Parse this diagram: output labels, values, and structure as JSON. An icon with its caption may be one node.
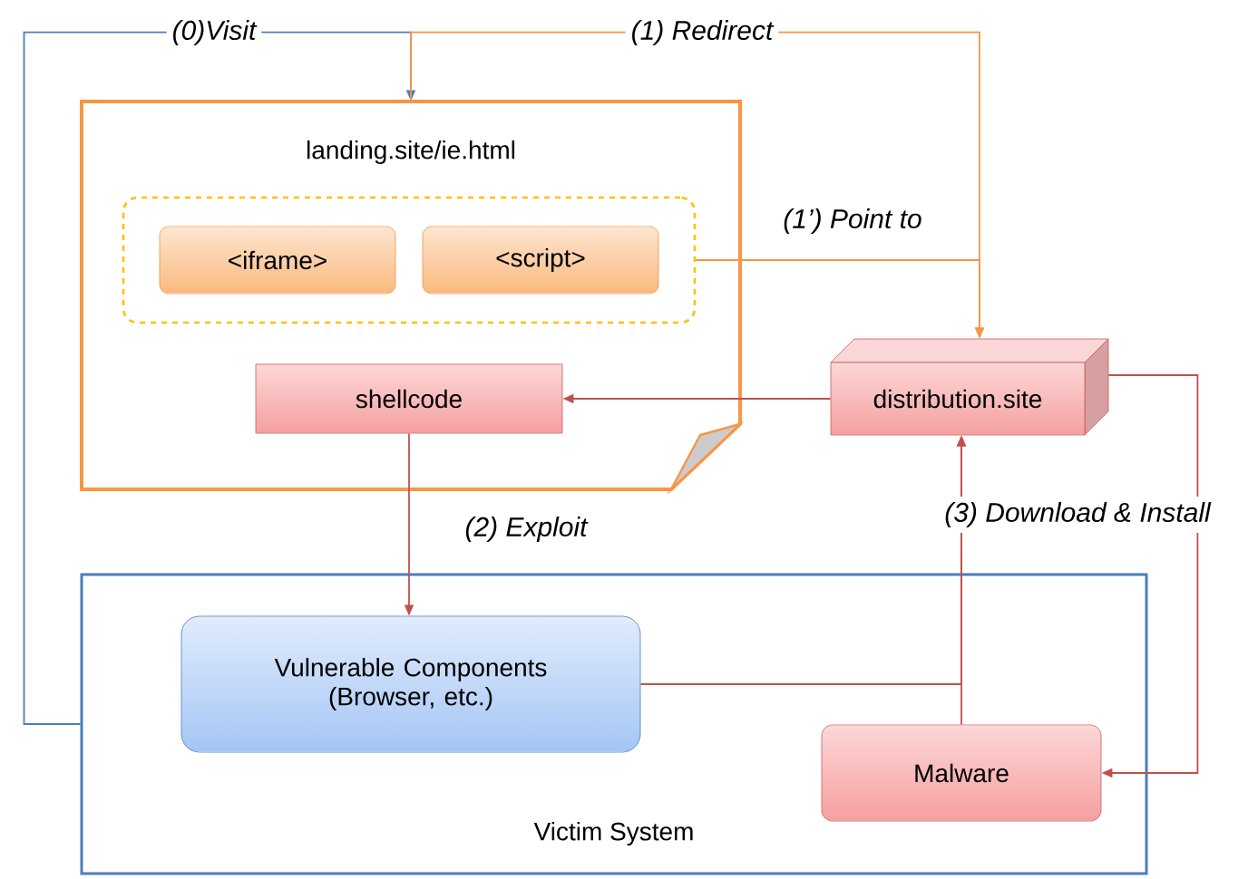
{
  "diagram": {
    "nodes": [
      {
        "text": [
          "landing.site/ie.html"
        ]
      },
      {
        "text": [],
        "shape": "box",
        "in": 0
      },
      {
        "text": [
          "<iframe>"
        ],
        "in": 1
      },
      {
        "text": [
          "<script>"
        ],
        "in": 1
      },
      {
        "text": [
          "shellcode"
        ],
        "in": 0
      },
      {
        "text": [
          "distribution.site"
        ]
      },
      {
        "text": [
          "Victim System"
        ]
      },
      {
        "text": [
          "Vulnerable Components (Browser, etc.)"
        ],
        "in": 6
      },
      {
        "text": [
          "Malware"
        ],
        "in": 6
      }
    ],
    "edges": [
      {
        "from": 6,
        "to": 0,
        "arrow": "to",
        "label": "(0)Visit",
        "color": "#4a7ebb"
      },
      {
        "from": 0,
        "to": 5,
        "arrow": "to",
        "label": "(1) Redirect",
        "color": "#f79646"
      },
      {
        "from": 1,
        "to": 5,
        "arrow": "to",
        "label": "(1’) Point to",
        "color": "#f79646"
      },
      {
        "from": 5,
        "to": 4,
        "arrow": "to"
      },
      {
        "from": 4,
        "to": 7,
        "arrow": "to",
        "label": "(2) Exploit"
      },
      {
        "from": 7,
        "to": 5,
        "arrow": "to",
        "label": "(3) Download & Install"
      },
      {
        "from": 8,
        "to": 5,
        "arrow": "to"
      },
      {
        "from": 5,
        "to": 8,
        "arrow": "to"
      }
    ]
  }
}
